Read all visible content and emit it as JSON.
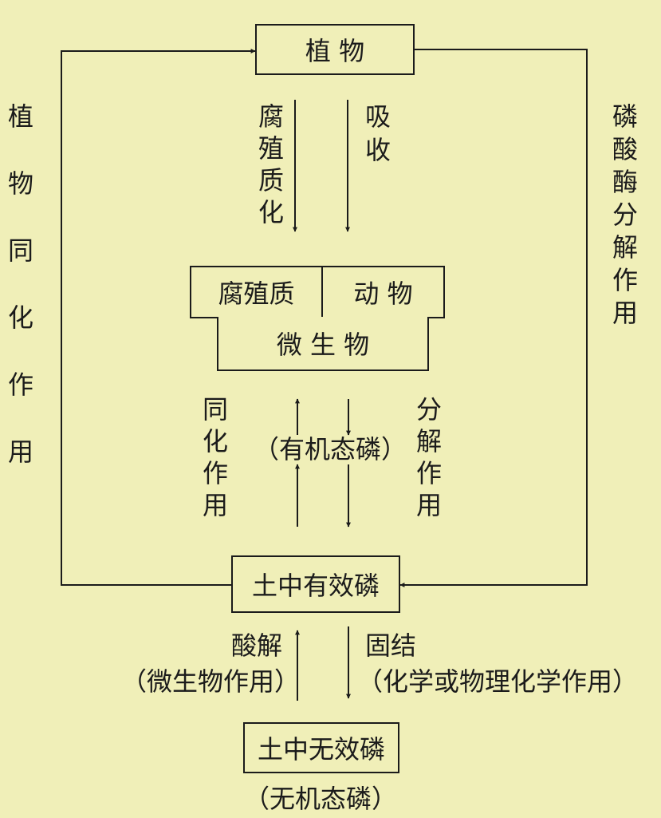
{
  "nodes": {
    "plant": "植  物",
    "humus": "腐殖质",
    "animal": "动  物",
    "microbe": "微  生  物",
    "organic_p": "（有机态磷）",
    "available_p": "土中有效磷",
    "unavailable_p": "土中无效磷",
    "inorganic_p": "（无机态磷）"
  },
  "labels": {
    "plant_assimilation": [
      "植",
      "物",
      "同",
      "化",
      "作",
      "用"
    ],
    "phosphatase": [
      "磷",
      "酸",
      "酶",
      "分",
      "解",
      "作",
      "用"
    ],
    "humification": [
      "腐",
      "殖",
      "质",
      "化"
    ],
    "absorption": [
      "吸",
      "收"
    ],
    "assimilation": [
      "同",
      "化",
      "作",
      "用"
    ],
    "decomposition": [
      "分",
      "解",
      "作",
      "用"
    ],
    "acidolysis": "酸解",
    "microbial_action": "（微生物作用）",
    "fixation": "固结",
    "chem_phys_action": "（化学或物理化学作用）"
  }
}
